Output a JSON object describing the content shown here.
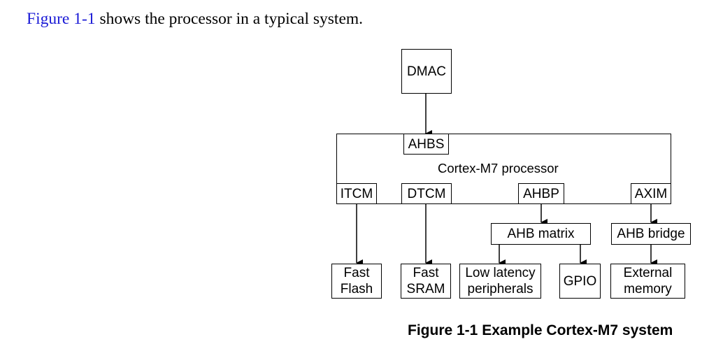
{
  "intro": {
    "link_text": "Figure 1-1",
    "rest_text": " shows the processor in a typical system."
  },
  "diagram": {
    "dmac": "DMAC",
    "processor_label": "Cortex-M7 processor",
    "ports": {
      "ahbs": "AHBS",
      "itcm": "ITCM",
      "dtcm": "DTCM",
      "ahbp": "AHBP",
      "axim": "AXIM"
    },
    "ahb_matrix": "AHB matrix",
    "ahb_bridge": "AHB bridge",
    "fast_flash": "Fast\nFlash",
    "fast_sram": "Fast\nSRAM",
    "low_latency": "Low latency\nperipherals",
    "gpio": "GPIO",
    "external_memory": "External\nmemory"
  },
  "caption": "Figure 1-1 Example Cortex-M7 system"
}
